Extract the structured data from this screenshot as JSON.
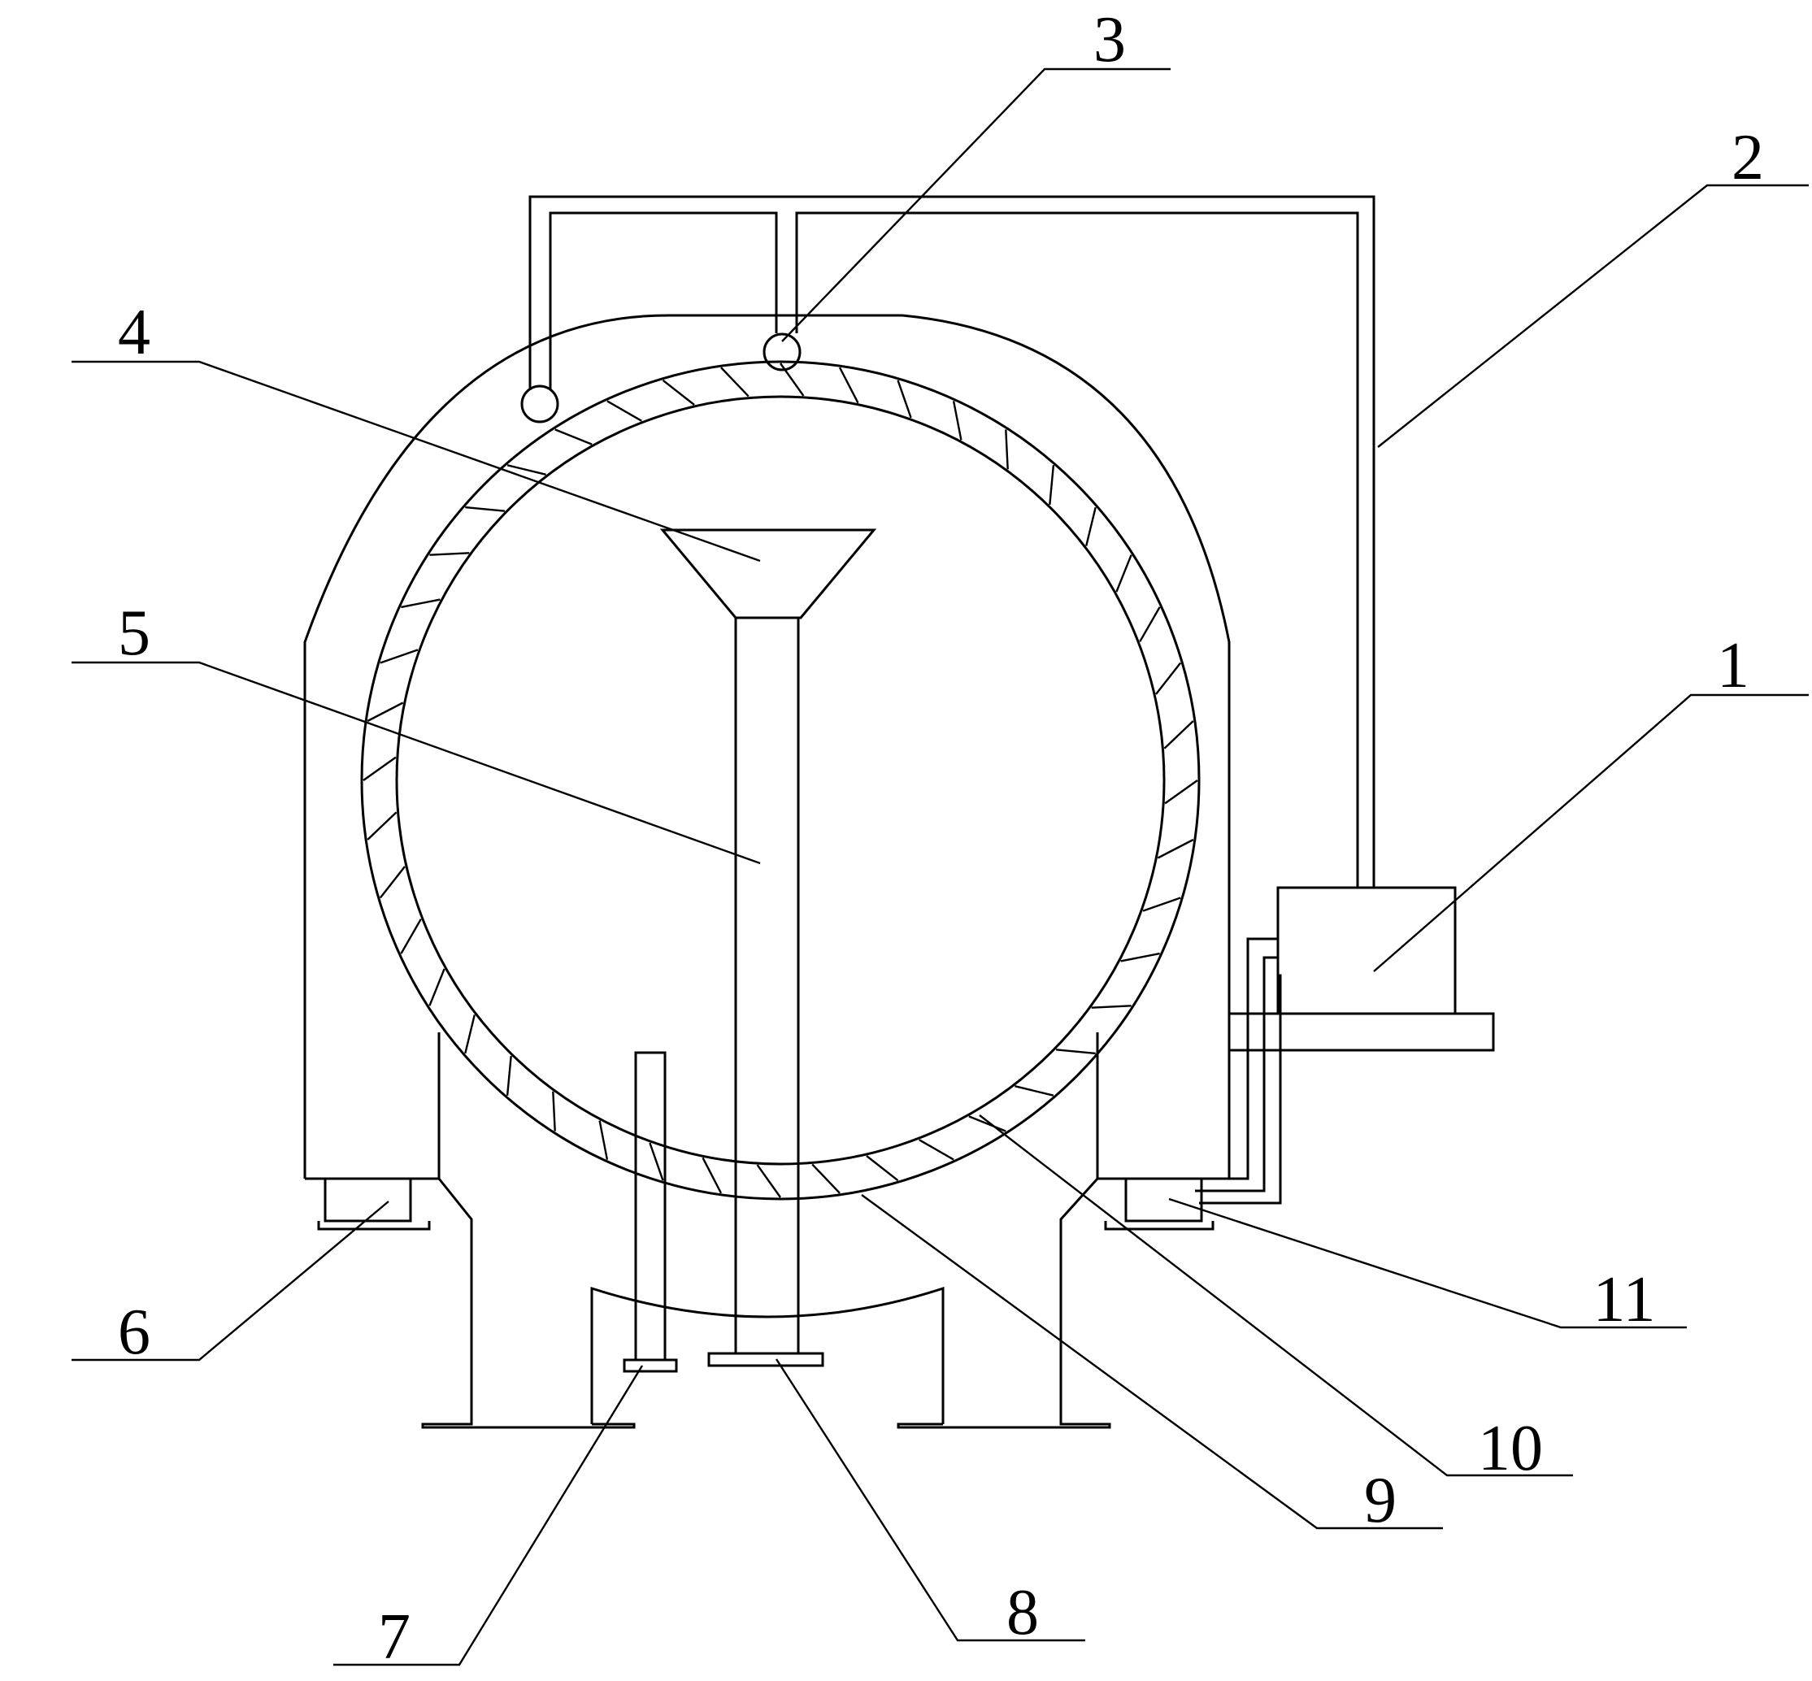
{
  "labels": [
    {
      "id": "1",
      "text": "1"
    },
    {
      "id": "2",
      "text": "2"
    },
    {
      "id": "3",
      "text": "3"
    },
    {
      "id": "4",
      "text": "4"
    },
    {
      "id": "5",
      "text": "5"
    },
    {
      "id": "6",
      "text": "6"
    },
    {
      "id": "7",
      "text": "7"
    },
    {
      "id": "8",
      "text": "8"
    },
    {
      "id": "9",
      "text": "9"
    },
    {
      "id": "10",
      "text": "10"
    },
    {
      "id": "11",
      "text": "11"
    }
  ],
  "colors": {
    "line": "#000000",
    "background": "#ffffff"
  }
}
